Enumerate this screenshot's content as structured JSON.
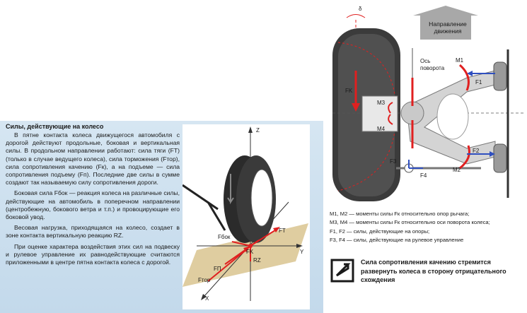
{
  "article": {
    "title": "Силы, действующие на колесо",
    "paragraphs": [
      "В пятне контакта колеса движущегося автомобиля с дорогой действуют продольные, боковая и вертикальная силы. В продольном направлении работают: сила тяги (FT) (только в случае ведущего колеса), сила торможения (Fтор), сила сопротивления качению (Fк), а на подъеме — сила сопротивления подъему (Fп). Последние две силы в сумме создают так называемую силу сопротивления дороги.",
      "Боковая сила Fбок — реакция колеса на различные силы, действующие на автомобиль в поперечном направлении (центробежную, бокового ветра и т.п.) и провоцирующие его боковой увод.",
      "Весовая нагрузка, приходящаяся на колесо, создает в зоне контакта вертикальную реакцию RZ.",
      "При оценке характера воздействия этих сил на подвеску и рулевое управление их равнодействующие считаются приложенными в центре пятна контакта колеса с дорогой."
    ]
  },
  "wheel_diagram": {
    "axis_z": "Z",
    "axis_y": "Y",
    "axis_x": "X",
    "f_t": "FT",
    "f_bok": "Fбок",
    "f_k": "FK",
    "r_z": "RZ",
    "f_p": "FП",
    "f_tor": "Fтор"
  },
  "suspension": {
    "direction_label": "Направление движения",
    "delta": "δ",
    "pivot_axis_label": "Ось поворота",
    "m1": "M1",
    "m2": "M2",
    "m3": "M3",
    "m4": "M4",
    "f1": "F1",
    "f2": "F2",
    "f3": "F3",
    "f4": "F4",
    "fk": "FK"
  },
  "legend": [
    "M1, M2 — моменты силы Fк относительно опор рычага;",
    "M3, M4 — моменты силы Fк относительно оси поворота колеса;",
    "F1, F2 — силы, действующие на опоры;",
    "F3, F4 — силы, действующие на рулевое управление"
  ],
  "note": {
    "text": "Сила сопротивления качению стремится развернуть колеса в сторону отрицательного схождения"
  },
  "colors": {
    "red": "#e02020",
    "blue": "#2f4fbf",
    "panel": "#cfe1ef",
    "gray": "#9a9a9a"
  }
}
